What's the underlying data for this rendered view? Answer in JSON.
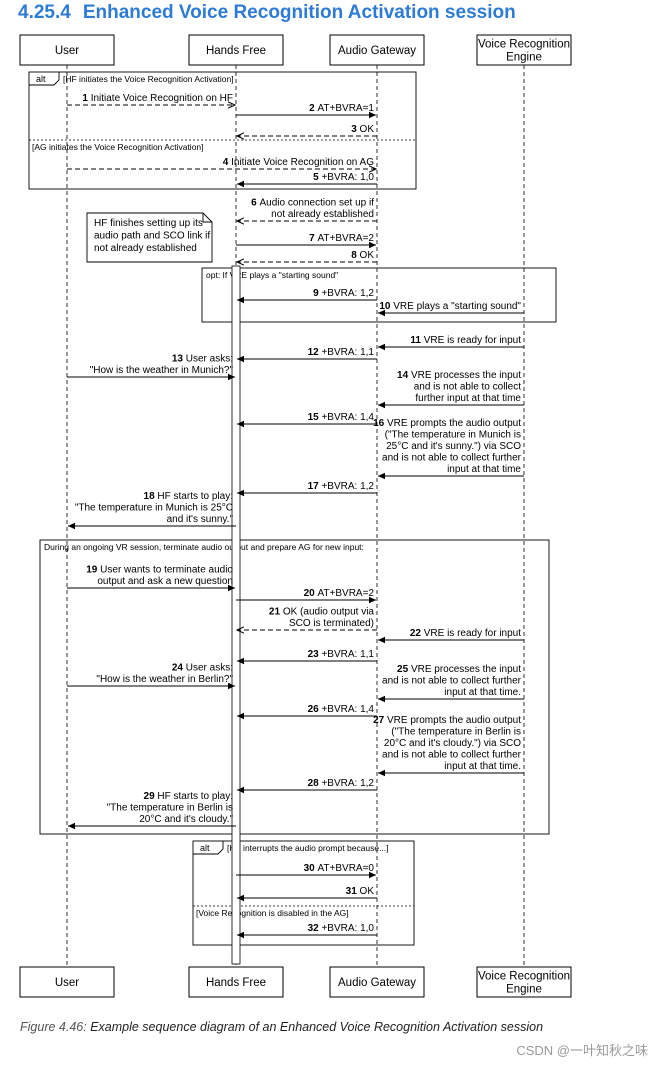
{
  "heading": {
    "number": "4.25.4",
    "title": "Enhanced Voice Recognition Activation session"
  },
  "participants": [
    "User",
    "Hands Free",
    "Audio Gateway",
    "Voice Recognition\nEngine"
  ],
  "fragments": [
    {
      "keyword": "alt",
      "guard": "[HF initiates the Voice Recognition Activation]",
      "else_guard": "[AG initiates the Voice Recognition Activation]"
    },
    {
      "keyword": "",
      "guard": "opt: If VRE plays a \"starting sound\"",
      "else_guard": ""
    },
    {
      "keyword": "",
      "guard": "During an ongoing VR session, terminate audio output and prepare AG for new input:",
      "else_guard": ""
    },
    {
      "keyword": "alt",
      "guard": "[HF interrupts the audio prompt because...]",
      "else_guard": "[Voice Recognition is disabled in the AG]"
    }
  ],
  "note": "HF finishes setting up its\naudio path and SCO link if\nnot already established",
  "messages": [
    {
      "num": "1",
      "text": "Initiate Voice Recognition on HF"
    },
    {
      "num": "2",
      "text": "AT+BVRA=1"
    },
    {
      "num": "3",
      "text": "OK"
    },
    {
      "num": "4",
      "text": "Initiate Voice Recognition on AG"
    },
    {
      "num": "5",
      "text": "+BVRA: 1,0"
    },
    {
      "num": "6",
      "text": "Audio connection set up if\nnot already established"
    },
    {
      "num": "7",
      "text": "AT+BVRA=2"
    },
    {
      "num": "8",
      "text": "OK"
    },
    {
      "num": "9",
      "text": "+BVRA: 1,2"
    },
    {
      "num": "10",
      "text": "VRE plays a \"starting sound\""
    },
    {
      "num": "11",
      "text": "VRE is ready for input"
    },
    {
      "num": "12",
      "text": "+BVRA: 1,1"
    },
    {
      "num": "13",
      "text": "User asks:\n\"How is the weather in Munich?\""
    },
    {
      "num": "14",
      "text": "VRE processes the input\nand is not able to collect\nfurther input at that time"
    },
    {
      "num": "15",
      "text": "+BVRA: 1,4"
    },
    {
      "num": "16",
      "text": "VRE prompts the audio output\n(\"The temperature in Munich is\n25°C and it's sunny.\") via SCO\nand is not able to collect further\ninput at that time"
    },
    {
      "num": "17",
      "text": "+BVRA: 1,2"
    },
    {
      "num": "18",
      "text": "HF starts to play:\n\"The temperature in Munich is 25°C\nand it's sunny.\""
    },
    {
      "num": "19",
      "text": "User wants to terminate audio\noutput and ask a new question"
    },
    {
      "num": "20",
      "text": "AT+BVRA=2"
    },
    {
      "num": "21",
      "text": "OK (audio output via\nSCO is terminated)"
    },
    {
      "num": "22",
      "text": "VRE is ready for input"
    },
    {
      "num": "23",
      "text": "+BVRA: 1,1"
    },
    {
      "num": "24",
      "text": "User asks:\n\"How is the weather in Berlin?\""
    },
    {
      "num": "25",
      "text": "VRE processes the input\nand is not able to collect further\ninput at that time."
    },
    {
      "num": "26",
      "text": "+BVRA: 1,4"
    },
    {
      "num": "27",
      "text": "VRE prompts the audio output\n(\"The temperature in Berlin is\n20°C and it's cloudy.\") via SCO\nand is not able to collect further\ninput at that time."
    },
    {
      "num": "28",
      "text": "+BVRA: 1,2"
    },
    {
      "num": "29",
      "text": "HF starts to play:\n\"The temperature in Berlin is\n20°C and it's cloudy.\""
    },
    {
      "num": "30",
      "text": "AT+BVRA=0"
    },
    {
      "num": "31",
      "text": "OK"
    },
    {
      "num": "32",
      "text": "+BVRA: 1,0"
    }
  ],
  "caption": {
    "figure": "Figure 4.46:",
    "text": "Example sequence diagram of an Enhanced Voice Recognition Activation session"
  },
  "watermark": "CSDN @一叶知秋之味"
}
